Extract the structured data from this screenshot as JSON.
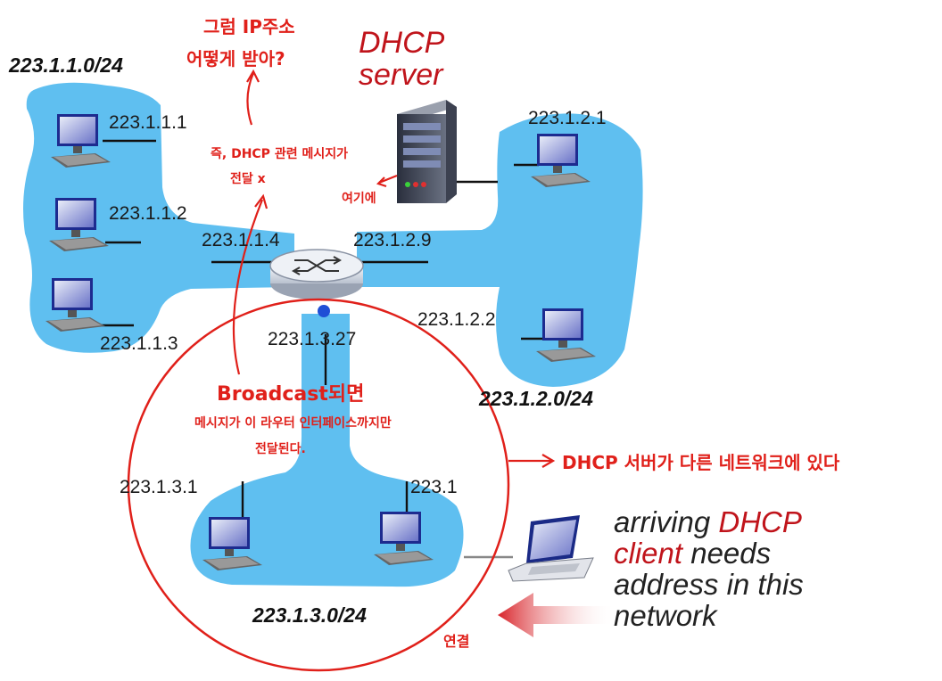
{
  "networks": {
    "net1": "223.1.1.0/24",
    "net2": "223.1.2.0/24",
    "net3": "223.1.3.0/24"
  },
  "hosts": {
    "h111": "223.1.1.1",
    "h112": "223.1.1.2",
    "h113": "223.1.1.3",
    "h121": "223.1.2.1",
    "h122": "223.1.2.2",
    "h131": "223.1.3.1",
    "h132": "223.1"
  },
  "router": {
    "if1": "223.1.1.4",
    "if2": "223.1.2.9",
    "if3": "223.1.3.27"
  },
  "dhcp_server": {
    "line1": "DHCP",
    "line2": "server"
  },
  "client_caption": {
    "arriving": "arriving",
    "dhcp": "DHCP",
    "client": "client",
    "needs": "needs",
    "line3": "address in this",
    "line4": "network"
  },
  "annotations": {
    "question_line1": "그럼 IP주소",
    "question_line2": "어떻게 받아?",
    "note_line1": "즉, DHCP 관련 메시지가",
    "note_line2": "전달 x",
    "here": "여기에",
    "broadcast": "Broadcast되면",
    "broadcast_line2": "메시지가 이 라우터 인터페이스까지만",
    "broadcast_line3": "전달된다.",
    "other_network": "DHCP 서버가 다른 네트워크에 있다",
    "connect": "연결"
  },
  "colors": {
    "network_fill": "#5fbff0",
    "annotation": "#e0201a",
    "title_red": "#c0141b"
  }
}
